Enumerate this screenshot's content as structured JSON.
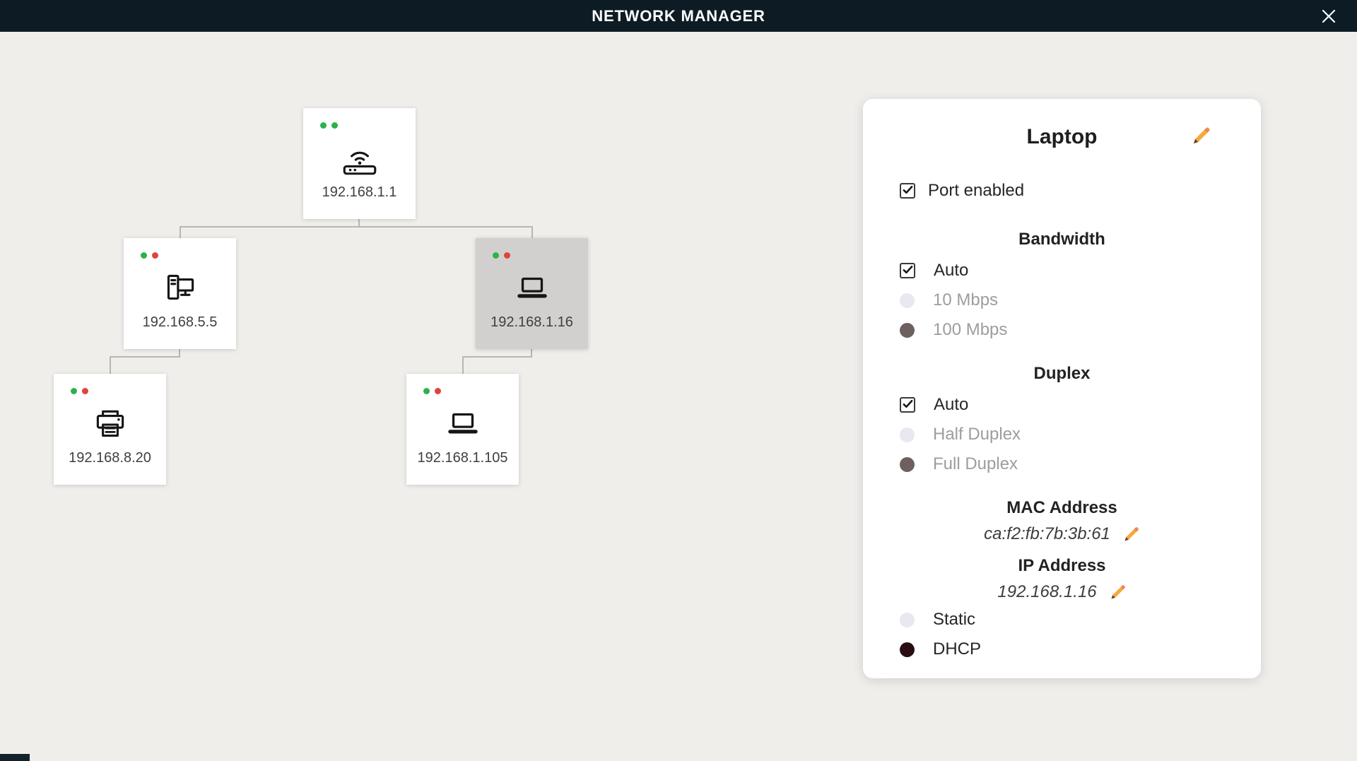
{
  "header": {
    "title": "NETWORK MANAGER"
  },
  "icons": {
    "close": "✕",
    "edit": "pencil",
    "router": "wifi-router",
    "desktop": "desktop-computer",
    "laptop": "laptop-computer",
    "printer": "printer",
    "status_ok": "green-dot",
    "status_alert": "red-dot"
  },
  "colors": {
    "header_bg": "#0d1c24",
    "canvas_bg": "#f0eeeb",
    "card_bg": "#ffffff",
    "card_selected_bg": "#d2d0cf",
    "connector": "#b9b7b4",
    "status_green": "#2bb24c",
    "status_red": "#e0433e",
    "text_primary": "#262626",
    "text_muted": "#9d9d9d",
    "radio_unchecked": "#e8e7f2",
    "radio_checked_dark": "#2a0d12",
    "radio_checked_disabled": "#6f6060",
    "pencil": "#f5a93b"
  },
  "topology": {
    "nodes": [
      {
        "type": "router",
        "ip": "192.168.1.1",
        "status": [
          "green",
          "green"
        ],
        "selected": false
      },
      {
        "type": "desktop",
        "ip": "192.168.5.5",
        "status": [
          "green",
          "red"
        ],
        "selected": false
      },
      {
        "type": "laptop",
        "ip": "192.168.1.16",
        "status": [
          "green",
          "red"
        ],
        "selected": true
      },
      {
        "type": "printer",
        "ip": "192.168.8.20",
        "status": [
          "green",
          "red"
        ],
        "selected": false
      },
      {
        "type": "laptop",
        "ip": "192.168.1.105",
        "status": [
          "green",
          "red"
        ],
        "selected": false
      }
    ]
  },
  "panel": {
    "title": "Laptop",
    "port_enabled": {
      "label": "Port enabled",
      "checked": true
    },
    "bandwidth": {
      "heading": "Bandwidth",
      "options": [
        {
          "label": "Auto",
          "control": "checkbox",
          "checked": true,
          "disabled": false
        },
        {
          "label": "10 Mbps",
          "control": "radio",
          "checked": false,
          "disabled": true
        },
        {
          "label": "100 Mbps",
          "control": "radio",
          "checked": true,
          "disabled": true
        }
      ]
    },
    "duplex": {
      "heading": "Duplex",
      "options": [
        {
          "label": "Auto",
          "control": "checkbox",
          "checked": true,
          "disabled": false
        },
        {
          "label": "Half Duplex",
          "control": "radio",
          "checked": false,
          "disabled": true
        },
        {
          "label": "Full Duplex",
          "control": "radio",
          "checked": true,
          "disabled": true
        }
      ]
    },
    "mac": {
      "heading": "MAC Address",
      "value": "ca:f2:fb:7b:3b:61"
    },
    "ip": {
      "heading": "IP Address",
      "value": "192.168.1.16",
      "options": [
        {
          "label": "Static",
          "control": "radio",
          "checked": false
        },
        {
          "label": "DHCP",
          "control": "radio",
          "checked": true
        }
      ]
    }
  }
}
